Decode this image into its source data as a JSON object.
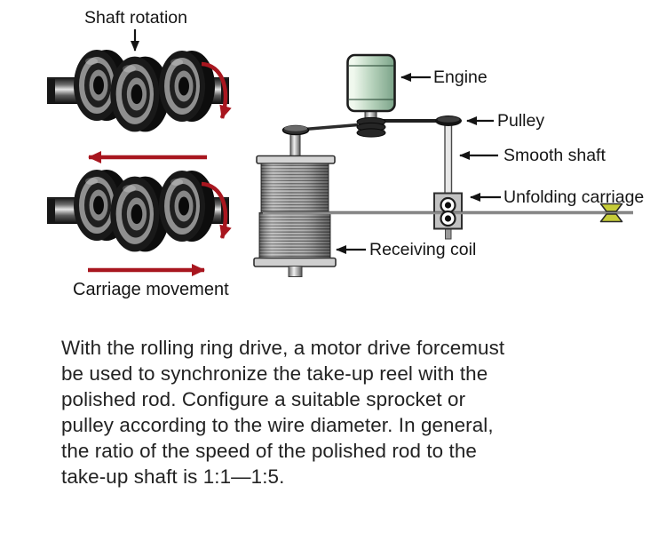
{
  "diagram": {
    "left_top": {
      "label": "Shaft rotation"
    },
    "left_bottom": {
      "label": "Carriage movement"
    },
    "machine_labels": {
      "engine": "Engine",
      "pulley": "Pulley",
      "smooth_shaft": "Smooth shaft",
      "unfolding_carriage": "Unfolding carriage",
      "receiving_coil": "Receiving coil"
    },
    "colors": {
      "arrow_red": "#a8161f",
      "label_arrow_black": "#141414",
      "engine_green_light": "#f0f8ee",
      "engine_green_mid": "#b9d4be",
      "engine_green_dark": "#7aa287",
      "guide_pulley_yellow": "#c6cc39"
    }
  },
  "paragraph": {
    "lines": [
      "With the rolling ring drive, a motor drive forcemust",
      "be used to synchronize the take-up reel with the",
      "polished rod. Configure a suitable sprocket or",
      "pulley according to the wire diameter. In general,",
      "the ratio of the speed of the polished rod to the",
      "take-up shaft is 1:1—1:5."
    ]
  }
}
